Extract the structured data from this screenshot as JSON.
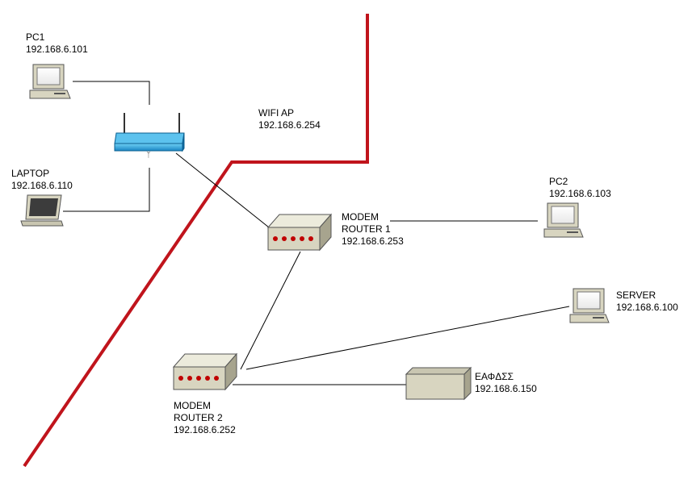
{
  "colors": {
    "boundary": "#c0141c",
    "link": "#000000",
    "device_beige": "#d8d5c0",
    "device_dark": "#a7a48e",
    "ap_blue": "#2196d3",
    "led_red": "#c00000"
  },
  "nodes": {
    "pc1": {
      "name": "PC1",
      "ip": "192.168.6.101",
      "icon": "desktop-computer-icon"
    },
    "laptop": {
      "name": "LAPTOP",
      "ip": "192.168.6.110",
      "icon": "laptop-icon"
    },
    "wifi_ap": {
      "name": "WIFI AP",
      "ip": "192.168.6.254",
      "icon": "wireless-access-point-icon"
    },
    "router1": {
      "line1": "MODEM",
      "line2": "ROUTER 1",
      "ip": "192.168.6.253",
      "icon": "modem-router-icon"
    },
    "router2": {
      "line1": "MODEM",
      "line2": "ROUTER 2",
      "ip": "192.168.6.252",
      "icon": "modem-router-icon"
    },
    "pc2": {
      "name": "PC2",
      "ip": "192.168.6.103",
      "icon": "desktop-computer-icon"
    },
    "server": {
      "name": "SERVER",
      "ip": "192.168.6.100",
      "icon": "desktop-computer-icon"
    },
    "eafdss": {
      "name": "ΕΑΦΔΣΣ",
      "ip": "192.168.6.150",
      "icon": "fiscal-device-icon"
    }
  },
  "links": [
    [
      "pc1",
      "wifi_ap"
    ],
    [
      "laptop",
      "wifi_ap"
    ],
    [
      "wifi_ap",
      "router1"
    ],
    [
      "router1",
      "pc2"
    ],
    [
      "router1",
      "router2"
    ],
    [
      "router2",
      "server"
    ],
    [
      "router2",
      "eafdss"
    ]
  ]
}
